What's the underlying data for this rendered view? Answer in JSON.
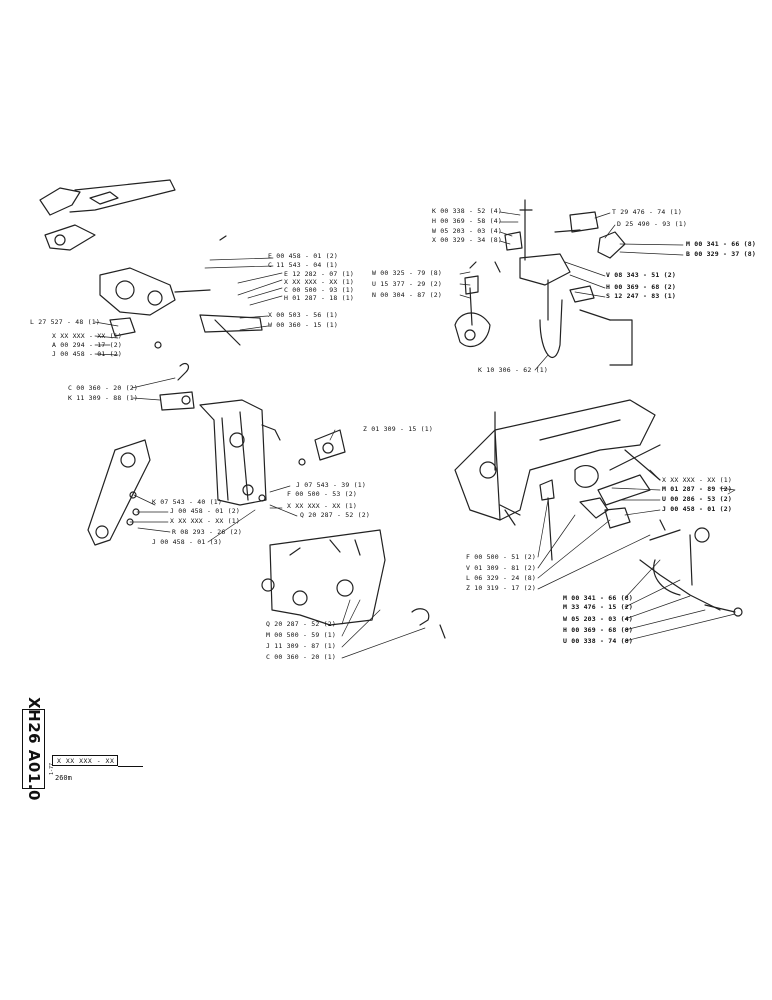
{
  "reference": {
    "code": "XH26 A01.0",
    "small_code": "1-77"
  },
  "part_box": {
    "code": "X XX XXX - XX",
    "dimension": "260m"
  },
  "labels": {
    "L1": "E 00 458 - 01 (2)",
    "L2": "C 11 543 - 04 (1)",
    "L3": "E 12 282 - 07 (1)",
    "L4": "X XX XXX - XX (1)",
    "L5": "C 00 500 - 93 (1)",
    "L6": "H 01 287 - 18 (1)",
    "L7": "X 00 503 - 56 (1)",
    "L8": "W 00 360 - 15 (1)",
    "L9": "L 27 527 - 48 (1)",
    "L10": "X XX XXX - XX (1)",
    "L11": "A 00 294 - 17 (2)",
    "L12": "J 00 458 - 01 (2)",
    "L13": "C 00 360 - 20 (2)",
    "L14": "K 11 309 - 88 (1)",
    "L15": "Z 01 309 - 15 (1)",
    "L16": "J 07 543 - 39 (1)",
    "L17": "F 00 500 - 53 (2)",
    "L18": "X XX XXX - XX (1)",
    "L19": "Q 20 287 - 52 (2)",
    "L20": "K 07 543 - 40 (1)",
    "L21": "J 00 458 - 01 (2)",
    "L22": "X XX XXX - XX (1)",
    "L23": "R 08 293 - 26 (2)",
    "L24": "J 00 458 - 01 (3)",
    "L25": "Q 20 287 - 52 (2)",
    "L26": "M 00 500 - 59 (1)",
    "L27": "J 11 309 - 87 (1)",
    "L28": "C 00 360 - 20 (1)",
    "R1": "K 00 338 - 52 (4)",
    "R2": "H 00 369 - 58 (4)",
    "R3": "W 05 203 - 03 (4)",
    "R4": "X 00 329 - 34 (8)",
    "R5": "T 29 476 - 74 (1)",
    "R6": "D 25 490 - 93 (1)",
    "R7": "M 00 341 - 66 (8)",
    "R8": "B 00 329 - 37 (8)",
    "R9": "W 00 325 - 79 (8)",
    "R10": "U 15 377 - 29 (2)",
    "R11": "N 00 304 - 87 (2)",
    "R12": "V 08 343 - 51 (2)",
    "R13": "H 00 369 - 68 (2)",
    "R14": "S 12 247 - 83 (1)",
    "R15": "K 10 306 - 62 (1)",
    "R16": "X XX XXX - XX (1)",
    "R17": "M 01 287 - 89 (2)",
    "R18": "U 00 286 - 53 (2)",
    "R19": "J 00 458 - 01 (2)",
    "R20": "F 00 500 - 51 (2)",
    "R21": "V 01 309 - 81 (2)",
    "R22": "L 06 329 - 24 (8)",
    "R23": "Z 10 319 - 17 (2)",
    "R24": "M 00 341 - 66 (8)",
    "R25": "M 33 476 - 15 (2)",
    "R26": "W 05 203 - 03 (4)",
    "R27": "H 00 369 - 68 (8)",
    "R28": "U 00 338 - 74 (8)"
  }
}
